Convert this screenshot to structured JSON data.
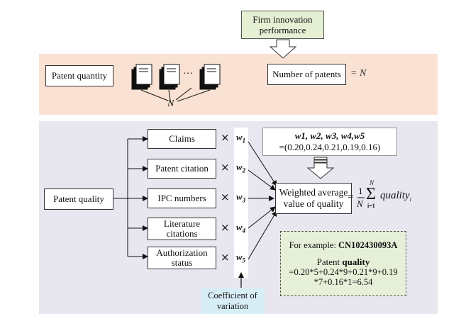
{
  "firm_box": {
    "line1": "Firm innovation",
    "line2": "performance"
  },
  "quantity": {
    "label": "Patent quantity",
    "dots": "···",
    "n_label": "N",
    "number_label": "Number of patents",
    "equals": "= N"
  },
  "quality": {
    "label": "Patent quality",
    "indicators": [
      {
        "line1": "Claims",
        "line2": "",
        "weight": "w",
        "weight_sub": "1"
      },
      {
        "line1": "Patent citation",
        "line2": "",
        "weight": "w",
        "weight_sub": "2"
      },
      {
        "line1": "IPC numbers",
        "line2": "",
        "weight": "w",
        "weight_sub": "3"
      },
      {
        "line1": "Literature",
        "line2": "citations",
        "weight": "w",
        "weight_sub": "4"
      },
      {
        "line1": "Authorization",
        "line2": "status",
        "weight": "w",
        "weight_sub": "5"
      }
    ],
    "times": "×",
    "weighted_line1": "Weighted average",
    "weighted_line2": "value of quality",
    "formula": {
      "eq": "=",
      "num": "1",
      "den": "N",
      "sum_top": "N",
      "sum_bottom": "i=1",
      "term": "quality",
      "sub": "i"
    }
  },
  "weights": {
    "names": "w1, w2, w3, w4,w5",
    "values": "=(0.20,0.24,0.21,0.19,0.16)"
  },
  "example": {
    "prefix": "For example: ",
    "patent_id": "CN102430093A",
    "patent_word": "Patent ",
    "quality_word": "quality",
    "line1": "=0.20*5+0.24*9+0.21*9+0.19",
    "line2": "*7+0.16*1=6.54"
  },
  "coefficient": {
    "line1": "Coefficient of",
    "line2": "variation"
  }
}
